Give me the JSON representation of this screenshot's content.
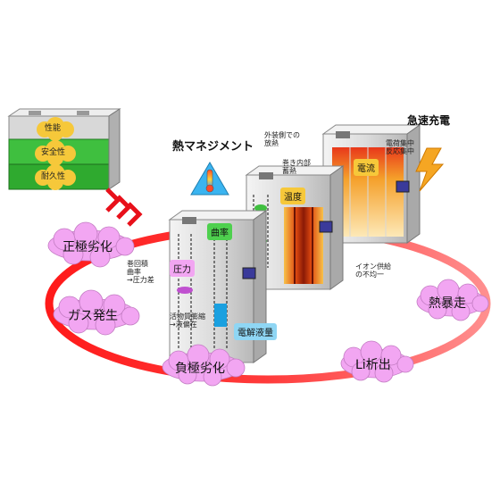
{
  "battery_block": {
    "labels": [
      "性能",
      "安全性",
      "耐久性"
    ],
    "colors": [
      "#f6c83a",
      "#3fbf3f",
      "#2faa2f"
    ]
  },
  "title_thermal": "熱マネジメント",
  "title_fast_charge": "急速充電",
  "cells": {
    "front": {
      "tags": [
        "曲率",
        "圧力",
        "電解液量"
      ]
    },
    "middle": {
      "tags": [
        "温度"
      ]
    },
    "back": {
      "tags": [
        "電流"
      ]
    }
  },
  "annotations": {
    "outer_heat": "外装側での\n放熱",
    "inner_heat": "巻き内部\n蓄熱",
    "charge_concentration": "電荷集中\n反応集中",
    "ion_supply": "イオン供給\nの不均一",
    "winding": "巻回積\n曲率\n→圧力差",
    "active_material": "活物質膨縮\n→液偏在"
  },
  "degradation": {
    "cathode": "正極劣化",
    "gas": "ガス発生",
    "anode": "負極劣化",
    "li_plating": "Li析出",
    "thermal_runaway": "熱暴走"
  }
}
